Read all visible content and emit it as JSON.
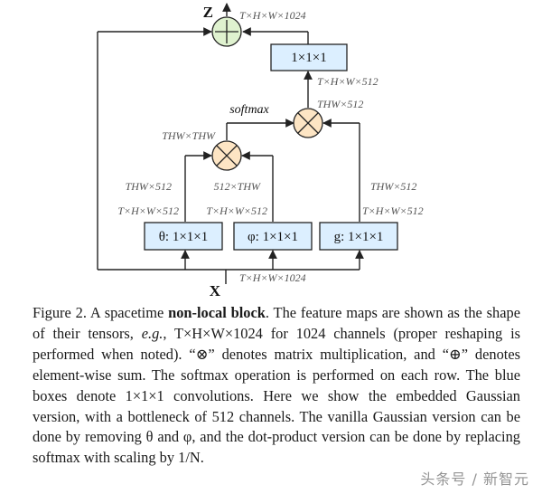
{
  "figure": {
    "input_label": "X",
    "output_label": "Z",
    "input_shape": "T×H×W×1024",
    "output_shape": "T×H×W×1024",
    "theta_box": "θ: 1×1×1",
    "phi_box": "φ: 1×1×1",
    "g_box": "g: 1×1×1",
    "out_box": "1×1×1",
    "theta_shape": "T×H×W×512",
    "phi_shape": "T×H×W×512",
    "g_shape": "T×H×W×512",
    "theta_reshaped": "THW×512",
    "phi_reshaped": "512×THW",
    "g_reshaped": "THW×512",
    "attn_shape": "THW×THW",
    "softmax_label": "softmax",
    "matmul2_shape": "THW×512",
    "reshaped_back": "T×H×W×512",
    "matmul_symbol": "⊗",
    "add_symbol": "⊕",
    "colors": {
      "box_fill": "#dcefff",
      "op_fill": "#fde5c4",
      "line": "#222222"
    }
  },
  "caption": {
    "figure_prefix": "Figure 2. A spacetime ",
    "title_bold": "non-local block",
    "text_1": ". The feature maps are shown as the shape of their tensors, ",
    "eg": "e.g.",
    "text_2": ", T×H×W×1024 for 1024 channels (proper reshaping is performed when noted). “⊗” denotes matrix multiplication, and “⊕” denotes element-wise sum. The softmax operation is performed on each row. The blue boxes denote 1×1×1 convolutions. Here we show the embedded Gaussian version, with a bottleneck of 512 channels. The vanilla Gaussian version can be done by removing θ and φ, and the dot-product version can be done by replacing softmax with scaling by 1/N."
  },
  "watermark": "头条号 / 新智元"
}
